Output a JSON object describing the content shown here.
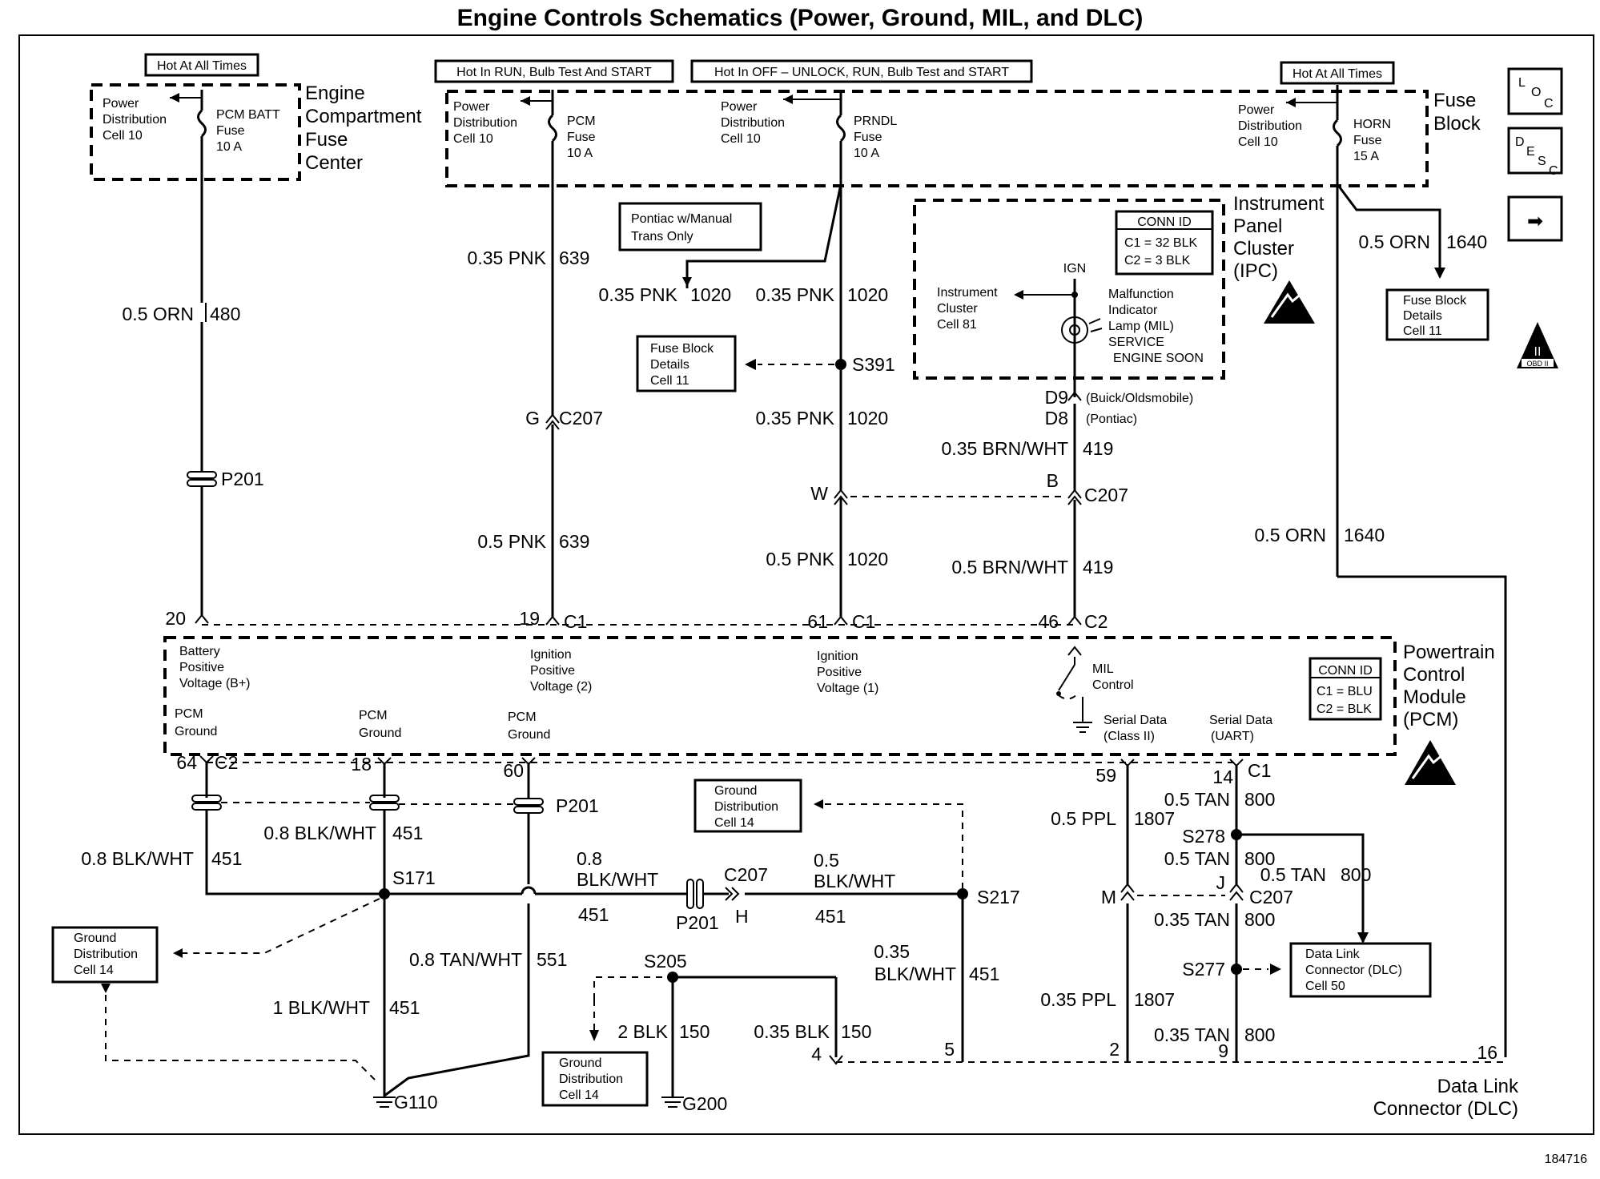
{
  "title": "Engine Controls Schematics (Power, Ground, MIL, and DLC)",
  "figure_id": "184716",
  "tags": {
    "hot_all_times_1": "Hot At All Times",
    "hot_run": "Hot In RUN, Bulb Test And START",
    "hot_off": "Hot In OFF – UNLOCK, RUN, Bulb Test and START",
    "hot_all_times_2": "Hot At All Times"
  },
  "fuse_centers": {
    "engine": [
      "Engine",
      "Compartment",
      "Fuse",
      "Center"
    ],
    "block": [
      "Fuse",
      "Block"
    ]
  },
  "fuses": {
    "pcm_batt": [
      "PCM BATT",
      "Fuse",
      "10 A"
    ],
    "pcm": [
      "PCM",
      "Fuse",
      "10 A"
    ],
    "prndl": [
      "PRNDL",
      "Fuse",
      "10 A"
    ],
    "horn": [
      "HORN",
      "Fuse",
      "15 A"
    ]
  },
  "power_distribution": [
    "Power",
    "Distribution",
    "Cell 10"
  ],
  "side_icons": {
    "loc": [
      "L",
      "O",
      "C"
    ],
    "desc": [
      "D",
      "E",
      "S",
      "C"
    ],
    "next": "➡",
    "obd": "OBD II",
    "obd_roman": "II"
  },
  "notes": {
    "pontiac_manual": [
      "Pontiac w/Manual",
      "Trans Only"
    ],
    "buick_olds": "(Buick/Oldsmobile)",
    "pontiac": "(Pontiac)"
  },
  "refs": {
    "fuse_block_details": [
      "Fuse Block",
      "Details",
      "Cell 11"
    ],
    "ground_distribution": [
      "Ground",
      "Distribution",
      "Cell 14"
    ],
    "data_link_connector": [
      "Data Link",
      "Connector (DLC)",
      "Cell 50"
    ]
  },
  "ipc": {
    "title": [
      "Instrument",
      "Panel",
      "Cluster",
      "(IPC)"
    ],
    "conn_id": [
      "CONN ID",
      "C1 = 32 BLK",
      "C2 = 3 BLK"
    ],
    "ign": "IGN",
    "cluster": [
      "Instrument",
      "Cluster",
      "Cell 81"
    ],
    "lamp": [
      "Malfunction",
      "Indicator",
      "Lamp (MIL)",
      "SERVICE",
      "ENGINE SOON"
    ]
  },
  "pcm": {
    "title": [
      "Powertrain",
      "Control",
      "Module",
      "(PCM)"
    ],
    "conn_id": [
      "CONN ID",
      "C1 = BLU",
      "C2 = BLK"
    ],
    "battery": [
      "Battery",
      "Positive",
      "Voltage (B+)"
    ],
    "ign2": [
      "Ignition",
      "Positive",
      "Voltage (2)"
    ],
    "ign1": [
      "Ignition",
      "Positive",
      "Voltage (1)"
    ],
    "mil_control": [
      "MIL",
      "Control"
    ],
    "ground": [
      "PCM",
      "Ground"
    ],
    "serial_class2": [
      "Serial Data",
      "(Class II)"
    ],
    "serial_uart": [
      "Serial Data",
      "(UART)"
    ]
  },
  "dlc": [
    "Data Link",
    "Connector (DLC)"
  ],
  "wires": {
    "orn480": [
      "0.5 ORN",
      "480"
    ],
    "pnk639a": [
      "0.35 PNK",
      "639"
    ],
    "pnk639b": [
      "0.5 PNK",
      "639"
    ],
    "pnk1020a": [
      "0.35 PNK",
      "1020"
    ],
    "pnk1020b": [
      "0.35 PNK",
      "1020"
    ],
    "pnk1020c": [
      "0.35 PNK",
      "1020"
    ],
    "pnk1020d": [
      "0.5 PNK",
      "1020"
    ],
    "brn419a": [
      "0.35 BRN/WHT",
      "419"
    ],
    "brn419b": [
      "0.5 BRN/WHT",
      "419"
    ],
    "orn1640a": [
      "0.5 ORN",
      "1640"
    ],
    "orn1640b": [
      "0.5 ORN",
      "1640"
    ],
    "blk451a": [
      "0.8 BLK/WHT",
      "451"
    ],
    "blk451b": [
      "0.8 BLK/WHT",
      "451"
    ],
    "blk451c": [
      "0.8",
      "BLK/WHT",
      "451"
    ],
    "blk451d": [
      "0.5",
      "BLK/WHT",
      "451"
    ],
    "blk451e": [
      "0.35",
      "BLK/WHT",
      "451"
    ],
    "blk451f": [
      "1 BLK/WHT",
      "451"
    ],
    "tan551": [
      "0.8 TAN/WHT",
      "551"
    ],
    "blk150a": [
      "2 BLK",
      "150"
    ],
    "blk150b": [
      "0.35 BLK",
      "150"
    ],
    "ppl1807a": [
      "0.5 PPL",
      "1807"
    ],
    "ppl1807b": [
      "0.35 PPL",
      "1807"
    ],
    "tan800a": [
      "0.5 TAN",
      "800"
    ],
    "tan800b": [
      "0.5 TAN",
      "800"
    ],
    "tan800c": [
      "0.5 TAN",
      "800"
    ],
    "tan800d": [
      "0.35 TAN",
      "800"
    ],
    "tan800e": [
      "0.35 TAN",
      "800"
    ]
  },
  "labels": {
    "p201": "P201",
    "c207": "C207",
    "s391": "S391",
    "g": "G",
    "w": "W",
    "b": "B",
    "d9": "D9",
    "d8": "D8",
    "c1": "C1",
    "c2": "C2",
    "pin20": "20",
    "pin19": "19",
    "pin61": "61",
    "pin46": "46",
    "pin64": "64",
    "pin18": "18",
    "pin60": "60",
    "pin59": "59",
    "pin14": "14",
    "s171": "S171",
    "s217": "S217",
    "s205": "S205",
    "s278": "S278",
    "s277": "S277",
    "h": "H",
    "m": "M",
    "j": "J",
    "g110": "G110",
    "g200": "G200",
    "dlc4": "4",
    "dlc5": "5",
    "dlc2": "2",
    "dlc9": "9",
    "dlc16": "16"
  }
}
